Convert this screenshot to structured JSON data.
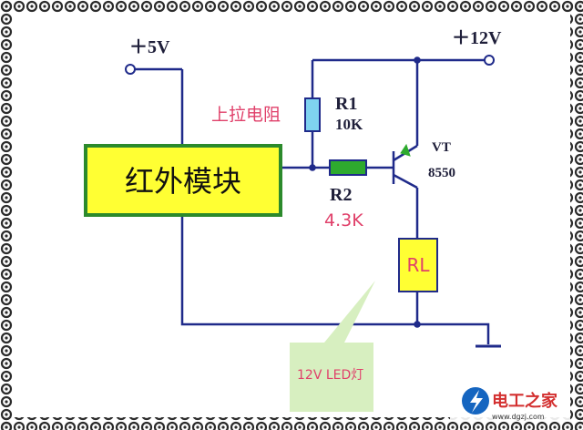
{
  "colors": {
    "wire": "#1f2a8a",
    "frame_dot": "#2b2b2b",
    "module_fill": "#ffff33",
    "module_border": "#2c8a2c",
    "r1_fill": "#7fd3ef",
    "r2_fill": "#2eaa2e",
    "relay_fill": "#ffff33",
    "red_label": "#e0406a",
    "callout_fill": "#d7efc0",
    "watermark_red": "#d32f2f"
  },
  "supply": {
    "v5": "＋5V",
    "v12": "＋12V"
  },
  "module": {
    "label": "红外模块"
  },
  "r1": {
    "name": "R1",
    "value": "10K",
    "note": "上拉电阻"
  },
  "r2": {
    "name": "R2",
    "value": "4.3K"
  },
  "transistor": {
    "name": "VT",
    "model": "8550"
  },
  "relay": {
    "label": "RL"
  },
  "callout": {
    "text": "12V LED灯"
  },
  "watermark": {
    "site_name": "电工之家",
    "url": "www.dgzj.com",
    "logo_icon": "lightning-bolt-icon"
  }
}
